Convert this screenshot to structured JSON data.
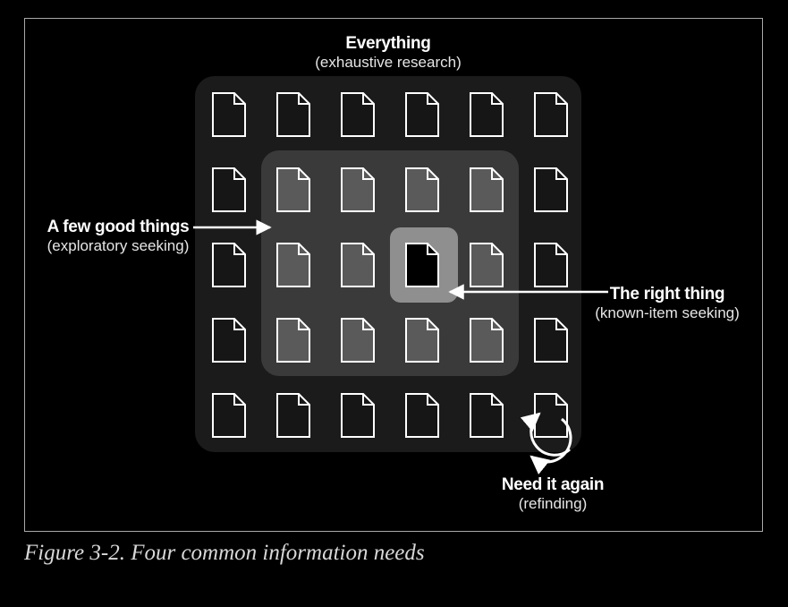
{
  "labels": {
    "everything": {
      "title": "Everything",
      "subtitle": "(exhaustive research)"
    },
    "few_good_things": {
      "title": "A few good things",
      "subtitle": "(exploratory seeking)"
    },
    "right_thing": {
      "title": "The right thing",
      "subtitle": "(known-item seeking)"
    },
    "need_again": {
      "title": "Need it again",
      "subtitle": "(refinding)"
    }
  },
  "caption": "Figure 3-2. Four common information needs",
  "grid": {
    "rows": 5,
    "cols": 6
  },
  "colors": {
    "outer_region": "#1b1b1b",
    "middle_region": "#3a3a3a",
    "inner_region": "#8f8f8f",
    "outer_doc_fill": "#161616",
    "middle_doc_fill": "#5a5a5a",
    "inner_doc_fill": "#000000",
    "doc_stroke": "#ffffff",
    "frame_border": "#a9a9a9"
  }
}
